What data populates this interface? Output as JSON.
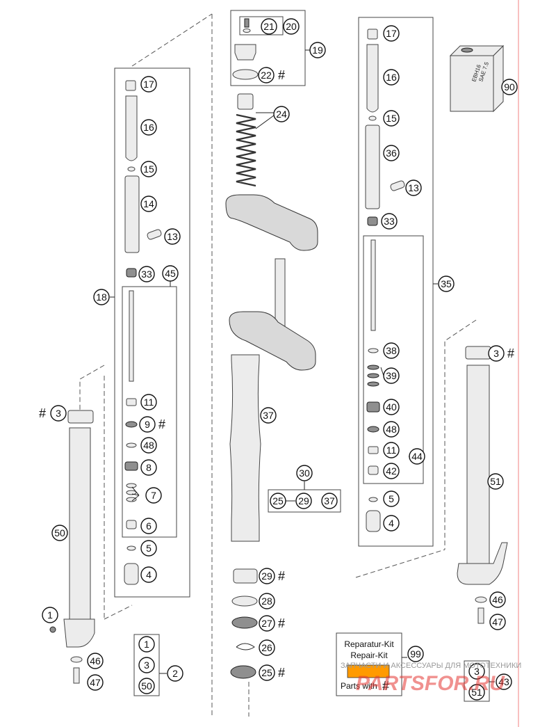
{
  "callouts": {
    "c1": "1",
    "c2": "2",
    "c3": "3",
    "c4": "4",
    "c5": "5",
    "c6": "6",
    "c7": "7",
    "c8": "8",
    "c9": "9",
    "c11": "11",
    "c13": "13",
    "c14": "14",
    "c15": "15",
    "c16": "16",
    "c17": "17",
    "c18": "18",
    "c19": "19",
    "c20": "20",
    "c21": "21",
    "c22": "22",
    "c24": "24",
    "c25": "25",
    "c26": "26",
    "c27": "27",
    "c28": "28",
    "c29": "29",
    "c30": "30",
    "c33": "33",
    "c35": "35",
    "c36": "36",
    "c37": "37",
    "c38": "38",
    "c39": "39",
    "c40": "40",
    "c42": "42",
    "c43": "43",
    "c44": "44",
    "c45": "45",
    "c46": "46",
    "c47": "47",
    "c48": "48",
    "c50": "50",
    "c51": "51",
    "c90": "90",
    "c99": "99"
  },
  "hash_mark": "#",
  "repair_kit": {
    "line1": "Reparatur-Kit",
    "line2": "Repair-Kit",
    "line3": "Parts with"
  },
  "oil_can": {
    "line1": "EBH16",
    "line2": "SAE 7.5"
  },
  "watermark": {
    "subtitle": "ЗАПЧАСТИ И АКСЕССУАРЫ ДЛЯ МОТОТЕХНИКИ",
    "brand": "PARTSFOR.RU"
  },
  "colors": {
    "line": "#222222",
    "part_fill": "#d9d9d9",
    "watermark_red": "#e53935",
    "margin_red": "#f08080"
  }
}
